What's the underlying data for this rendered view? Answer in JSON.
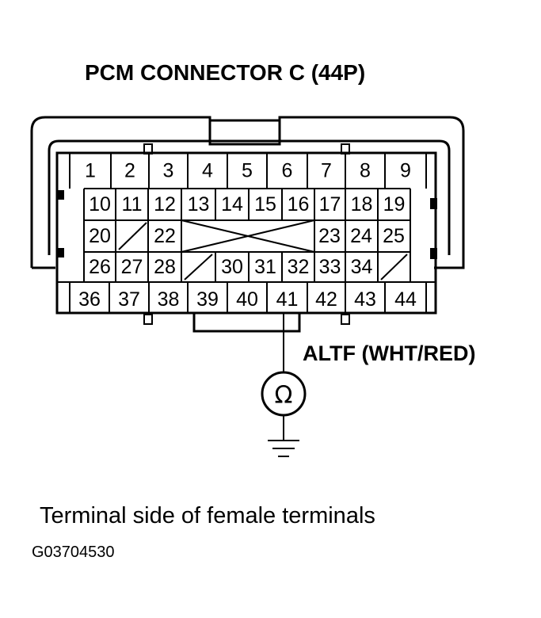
{
  "title": "PCM CONNECTOR C (44P)",
  "wire_label": "ALTF (WHT/RED)",
  "caption": "Terminal side of female terminals",
  "figure_code": "G03704530",
  "meter_symbol": "Ω",
  "icons": {
    "meter": "ohmmeter-icon",
    "ground": "ground-icon"
  },
  "terminals": {
    "row1": [
      "1",
      "2",
      "3",
      "4",
      "5",
      "6",
      "7",
      "8",
      "9"
    ],
    "row2": [
      "10",
      "11",
      "12",
      "13",
      "14",
      "15",
      "16",
      "17",
      "18",
      "19"
    ],
    "row3": [
      "20",
      "",
      "22",
      "",
      "",
      "",
      "",
      "23",
      "24",
      "25"
    ],
    "row4": [
      "26",
      "27",
      "28",
      "",
      "30",
      "31",
      "32",
      "33",
      "34",
      ""
    ],
    "row5": [
      "36",
      "37",
      "38",
      "39",
      "40",
      "41",
      "42",
      "43",
      "44"
    ]
  },
  "probed_terminal": "41"
}
